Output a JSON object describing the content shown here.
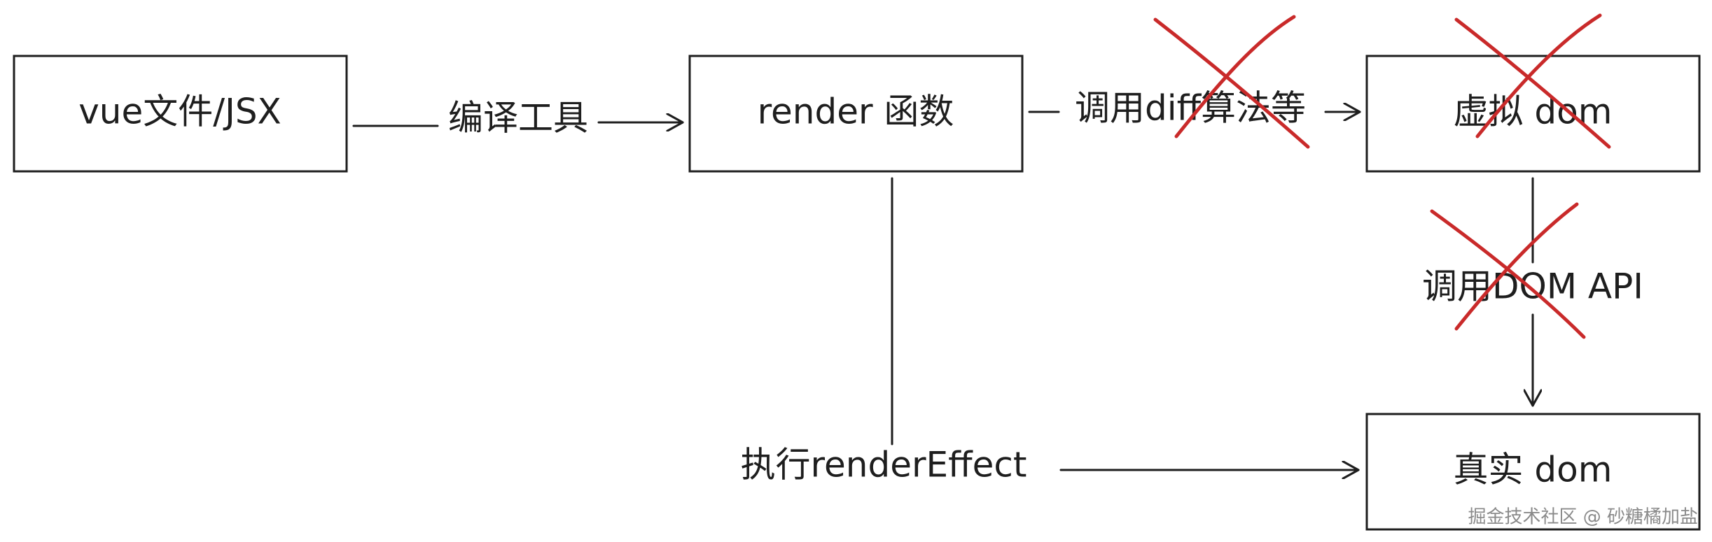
{
  "nodes": {
    "vue_file": "vue文件/JSX",
    "render_fn": "render 函数",
    "virtual_dom": "虚拟 dom",
    "real_dom": "真实 dom"
  },
  "edges": {
    "compile": "编译工具",
    "diff": "调用diff算法等",
    "dom_api": "调用DOM API",
    "render_effect": "执行renderEffect"
  },
  "watermark": "掘金技术社区 @ 砂糖橘加盐",
  "colors": {
    "ink": "#1e1e1e",
    "cross_mark": "#c92a2a"
  }
}
